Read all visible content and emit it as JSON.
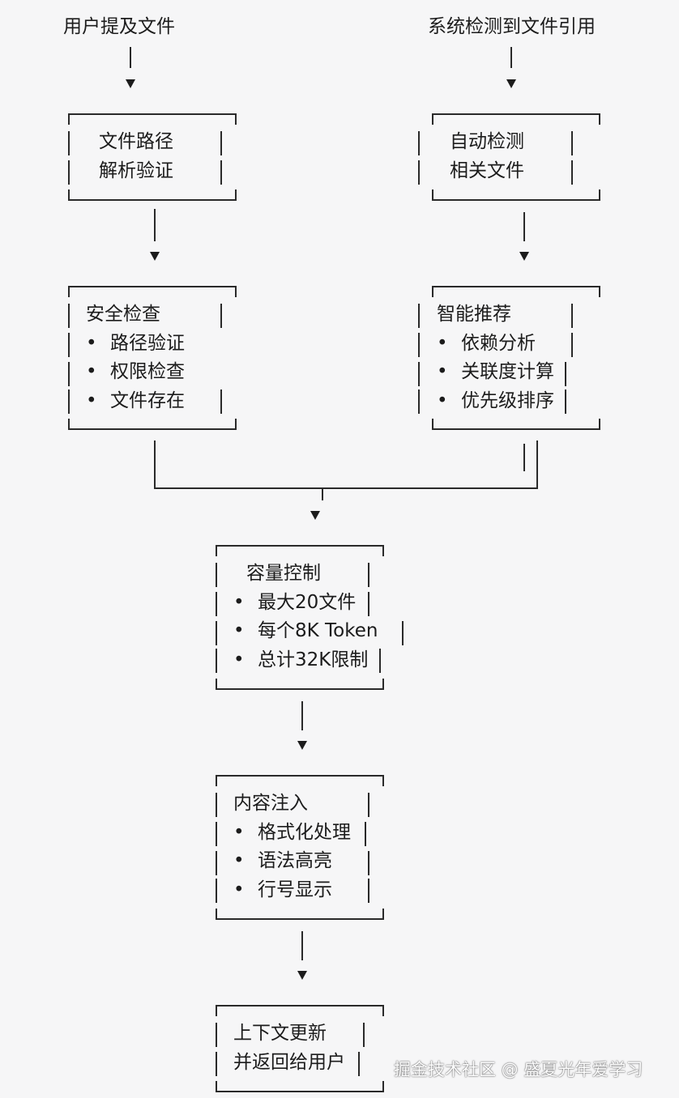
{
  "sources": {
    "user_mention": "用户提及文件",
    "system_detect": "系统检测到文件引用"
  },
  "box_parse": {
    "lines": [
      "文件路径",
      "解析验证"
    ]
  },
  "box_auto_detect": {
    "lines": [
      "自动检测",
      "相关文件"
    ]
  },
  "box_security": {
    "title": "安全检查",
    "bullet": "•",
    "items": [
      "路径验证",
      "权限检查",
      "文件存在"
    ]
  },
  "box_recommend": {
    "title": "智能推荐",
    "bullet": "•",
    "items": [
      "依赖分析",
      "关联度计算",
      "优先级排序"
    ]
  },
  "box_capacity": {
    "title": "容量控制",
    "bullet": "•",
    "items": [
      "最大20文件",
      "每个8K Token",
      "总计32K限制"
    ]
  },
  "box_inject": {
    "title": "内容注入",
    "bullet": "•",
    "items": [
      "格式化处理",
      "语法高亮",
      "行号显示"
    ]
  },
  "box_update": {
    "lines": [
      "上下文更新",
      "并返回给用户"
    ]
  },
  "watermark": "掘金技术社区 @ 盛夏光年爱学习"
}
